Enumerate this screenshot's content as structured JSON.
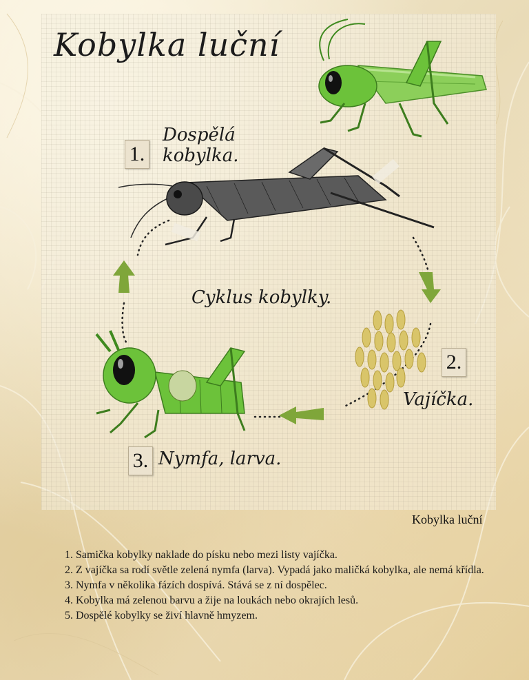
{
  "title": "Kobylka luční",
  "stages": [
    {
      "number": "1.",
      "label": "Dospělá\nkobylka."
    },
    {
      "number": "2.",
      "label": "Vajíčka."
    },
    {
      "number": "3.",
      "label": "Nymfa, larva."
    }
  ],
  "cycle_label": "Cyklus kobylky.",
  "caption": "Kobylka luční",
  "notes": [
    "1. Samička kobylky naklade do písku nebo mezi listy vajíčka.",
    "2. Z vajíčka sa rodí světle zelená nymfa (larva). Vypadá jako maličká kobylka, ale nemá křídla.",
    "3. Nymfa v několika fázích dospívá. Stává se z ní dospělec.",
    "4. Kobylka má zelenou barvu a žije na loukách nebo okrajích lesů.",
    "5. Dospělé kobylky se živí hlavně hmyzem."
  ],
  "colors": {
    "grasshopper_green": "#6cc23a",
    "arrow_green": "#7fa63a",
    "egg_color": "#d9c56a",
    "sketch_gray": "#3a3a3a"
  }
}
